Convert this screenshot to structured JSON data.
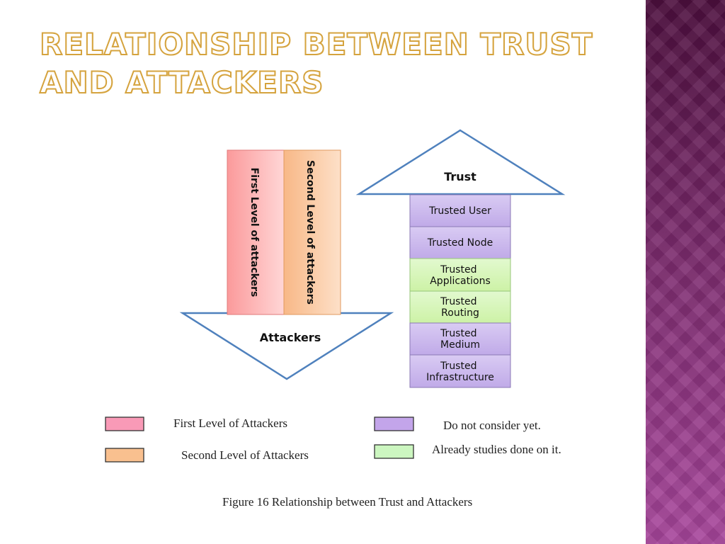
{
  "slide": {
    "title": "RELATIONSHIP BETWEEN TRUST AND ATTACKERS"
  },
  "diagram": {
    "attackers_arrow": {
      "label": "Attackers",
      "bars": [
        {
          "label": "First Level of attackers",
          "color": "#fb9a9b"
        },
        {
          "label": "Second Level of attackers",
          "color": "#f8b887"
        }
      ]
    },
    "trust_arrow": {
      "label": "Trust",
      "layers": [
        {
          "label": "Trusted User",
          "color": "#c8b4ec"
        },
        {
          "label": "Trusted Node",
          "color": "#c8b4ec"
        },
        {
          "label": "Trusted\nApplications",
          "color": "#d4f5b3"
        },
        {
          "label": "Trusted\nRouting",
          "color": "#d4f5b3"
        },
        {
          "label": "Trusted\nMedium",
          "color": "#c8b4ec"
        },
        {
          "label": "Trusted\nInfrastructure",
          "color": "#c8b4ec"
        }
      ]
    },
    "legend": [
      {
        "label": "First Level of Attackers",
        "color": "#f99ab7"
      },
      {
        "label": "Second Level of Attackers",
        "color": "#f9c08f"
      },
      {
        "label": "Do not consider yet.",
        "color": "#c3a5ea"
      },
      {
        "label": "Already studies done on it.",
        "color": "#ccf6c0"
      }
    ],
    "caption": "Figure 16 Relationship between Trust and Attackers"
  },
  "colors": {
    "arrow_outline": "#4f81bd",
    "title_outline": "#d5a33e",
    "band_dark": "#4d0f3e",
    "band_light": "#a8469c"
  }
}
